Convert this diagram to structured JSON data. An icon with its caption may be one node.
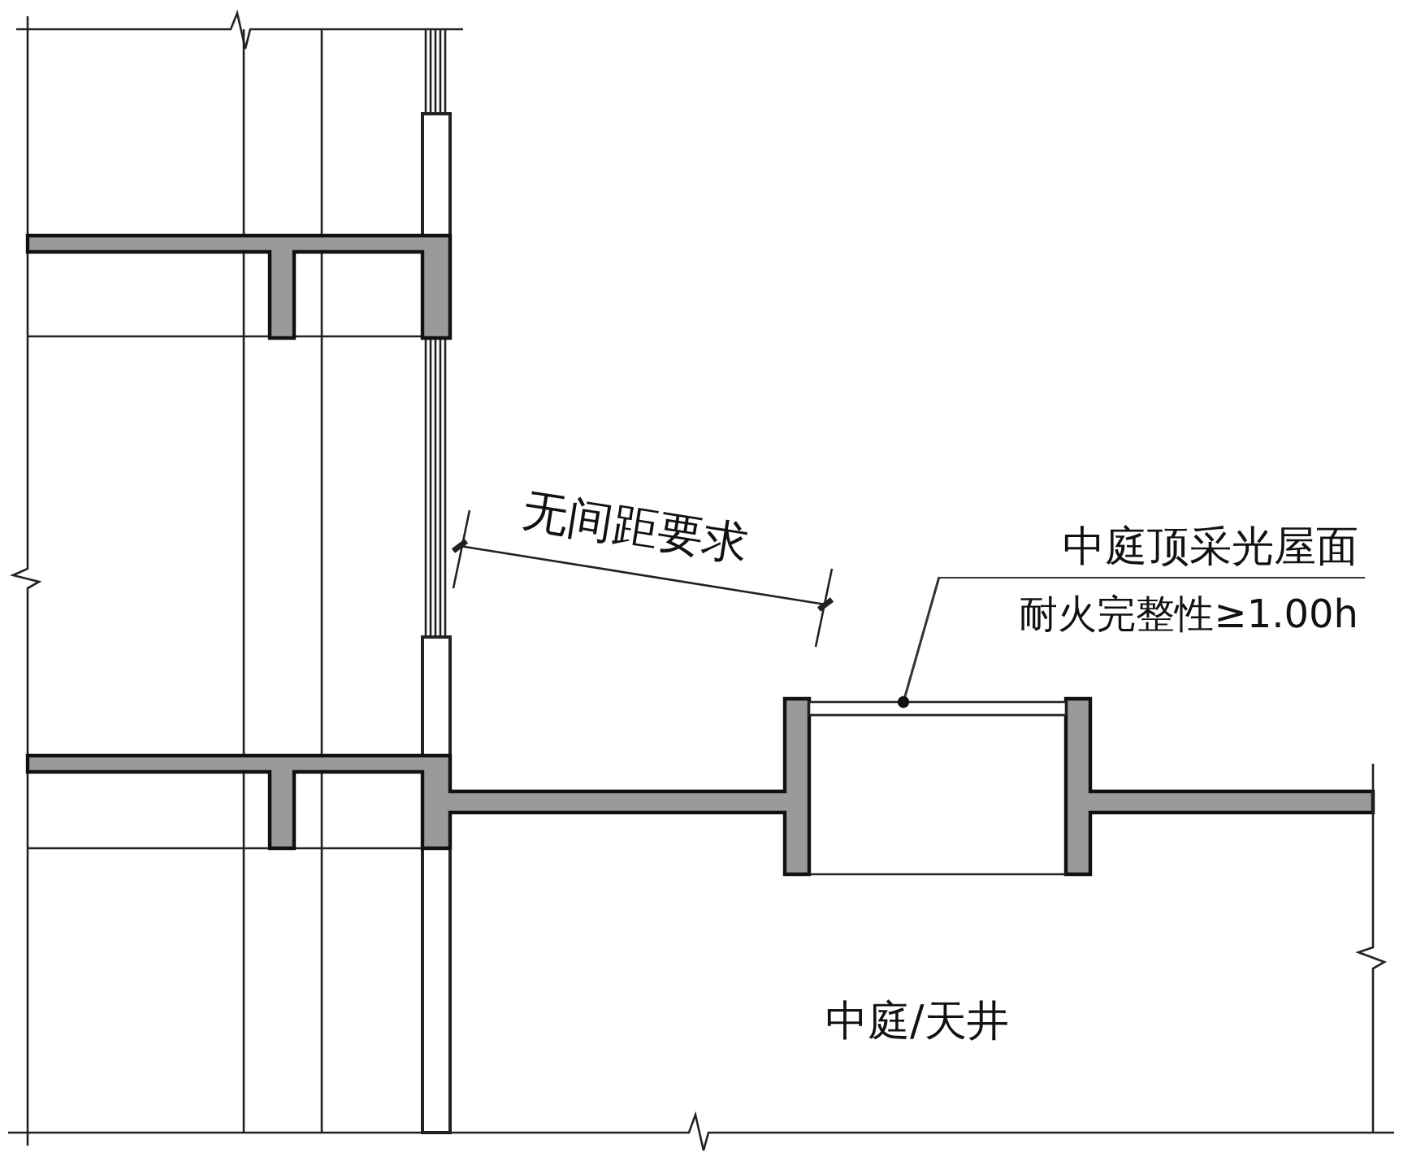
{
  "diagram": {
    "nodes": [
      {
        "text": [
          "中庭顶采光屋面",
          "耐火完整性≥1.00h"
        ]
      },
      {
        "text": [],
        "shape": "box"
      }
    ],
    "edges": [
      {
        "from": 0,
        "to": 1,
        "arrow": "other"
      }
    ],
    "labels": [
      "无间距要求",
      "中庭/天井"
    ]
  }
}
